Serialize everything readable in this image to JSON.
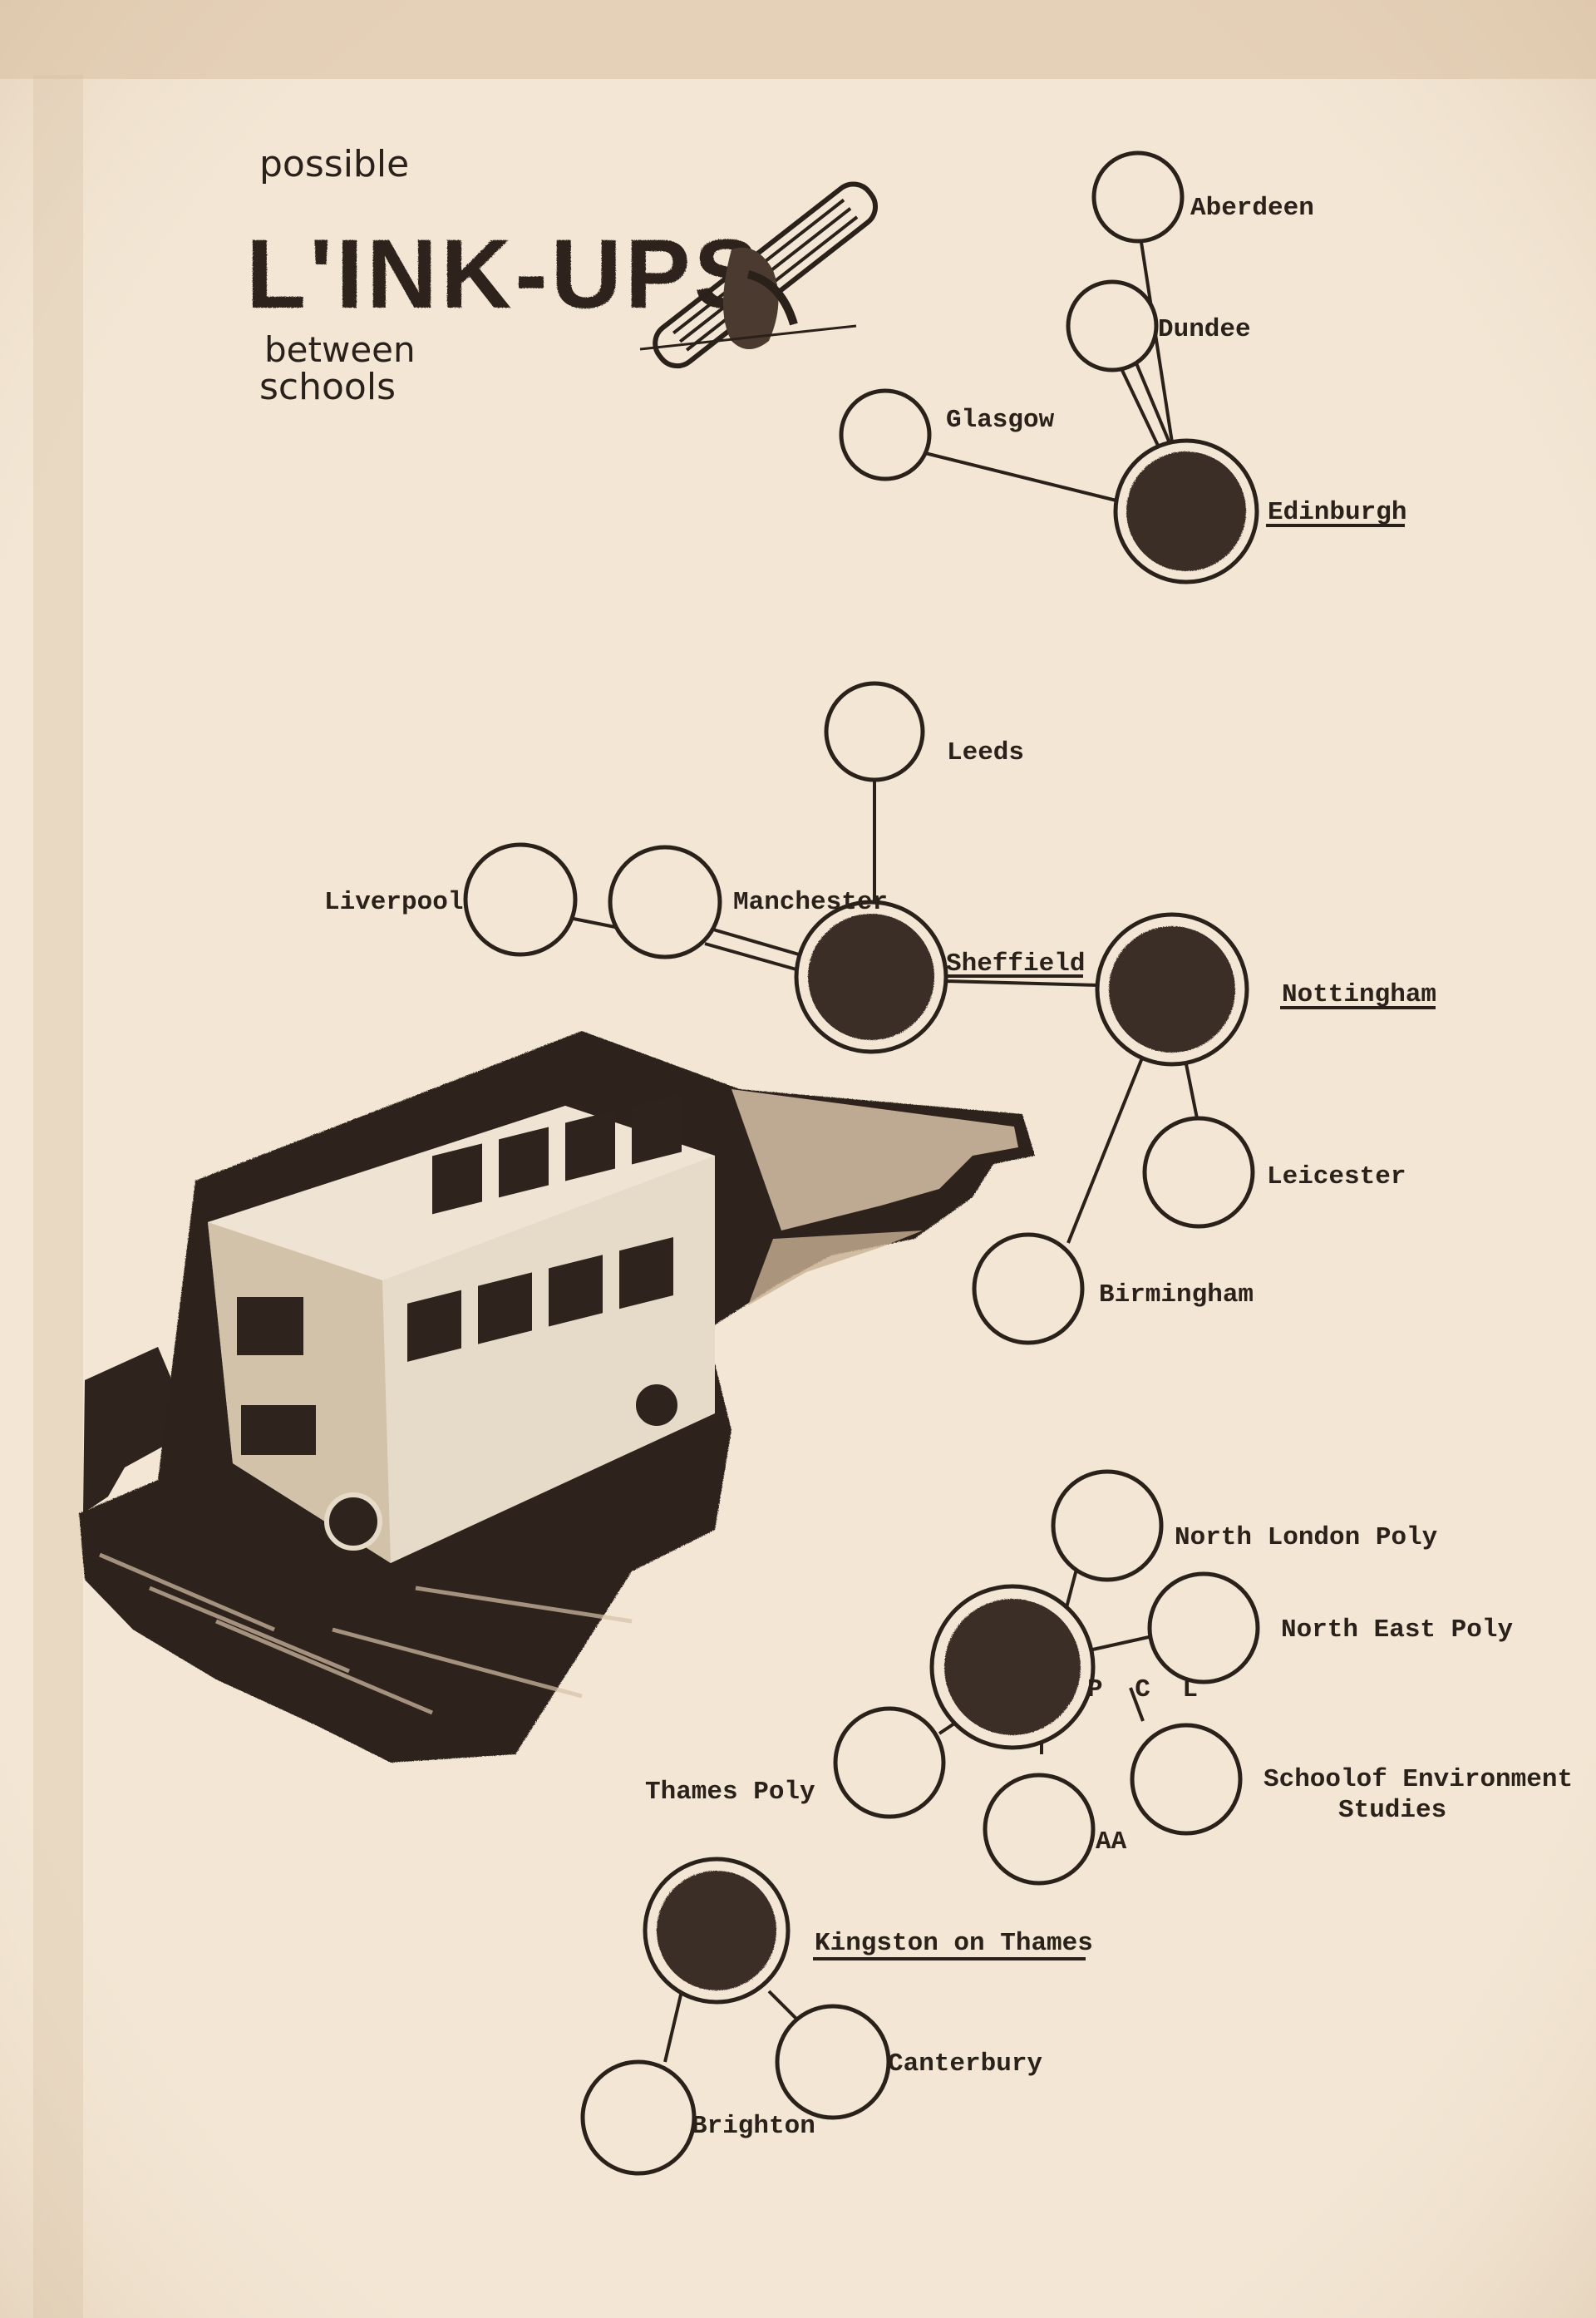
{
  "header": {
    "handwritten_top": "possible",
    "stamp_title": "L'INK-UPS",
    "handwritten_line1": "between",
    "handwritten_line2": "schools"
  },
  "clusters": {
    "scotland": {
      "hub": "Edinburgh",
      "nodes": [
        "Aberdeen",
        "Dundee",
        "Glasgow"
      ]
    },
    "north": {
      "hubs": [
        "Sheffield",
        "Nottingham"
      ],
      "nodes": [
        "Leeds",
        "Liverpool",
        "Manchester",
        "Leicester",
        "Birmingham"
      ]
    },
    "london": {
      "hub_label": "P C L",
      "nodes": [
        "North London Poly",
        "North East Poly",
        "Thames Poly",
        "AA",
        "Schoolof Environment",
        "Studies"
      ]
    },
    "south": {
      "hub": "Kingston on Thames",
      "nodes": [
        "Canterbury",
        "Brighton"
      ]
    }
  },
  "colors": {
    "paper": "#f3e6d4",
    "ink": "#2a211a",
    "hub_fill": "#3a2d25"
  },
  "images": {
    "emblem": "flying-figure-with-rail-icon",
    "collage": "double-decker-bus-on-hand-collage"
  }
}
